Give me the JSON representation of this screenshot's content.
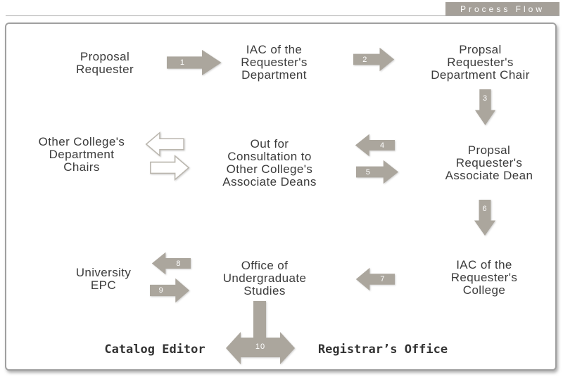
{
  "header": {
    "title": "Process Flow"
  },
  "colors": {
    "arrow_fill": "#aba69d",
    "arrow_outline": "#bab6ae",
    "bar_bg": "#a5a099",
    "text": "#3b3b3b",
    "mono_text": "#333333",
    "frame_border": "#a0a0a0",
    "number_text": "#ffffff"
  },
  "nodes": {
    "proposal_requester": {
      "lines": [
        "Proposal",
        "Requester"
      ]
    },
    "iac_department": {
      "lines": [
        "IAC of the",
        "Requester's",
        "Department"
      ]
    },
    "department_chair": {
      "lines": [
        "Propsal",
        "Requester's",
        "Department Chair"
      ]
    },
    "other_college_chairs": {
      "lines": [
        "Other College's",
        "Department",
        "Chairs"
      ]
    },
    "out_for_consultation": {
      "lines": [
        "Out for",
        "Consultation to",
        "Other College's",
        "Associate Deans"
      ]
    },
    "associate_dean": {
      "lines": [
        "Propsal",
        "Requester's",
        "Associate Dean"
      ]
    },
    "iac_college": {
      "lines": [
        "IAC of the",
        "Requester's",
        "College"
      ]
    },
    "office_undergraduate": {
      "lines": [
        "Office of",
        "Undergraduate",
        "Studies"
      ]
    },
    "university_epc": {
      "lines": [
        "University",
        "EPC"
      ]
    },
    "catalog_editor": {
      "label": "Catalog Editor"
    },
    "registrars_office": {
      "label": "Registrar’s Office"
    }
  },
  "arrows": {
    "step1": "1",
    "step2": "2",
    "step3": "3",
    "step4": "4",
    "step5": "5",
    "step6": "6",
    "step7": "7",
    "step8": "8",
    "step9": "9",
    "step10": "10"
  }
}
